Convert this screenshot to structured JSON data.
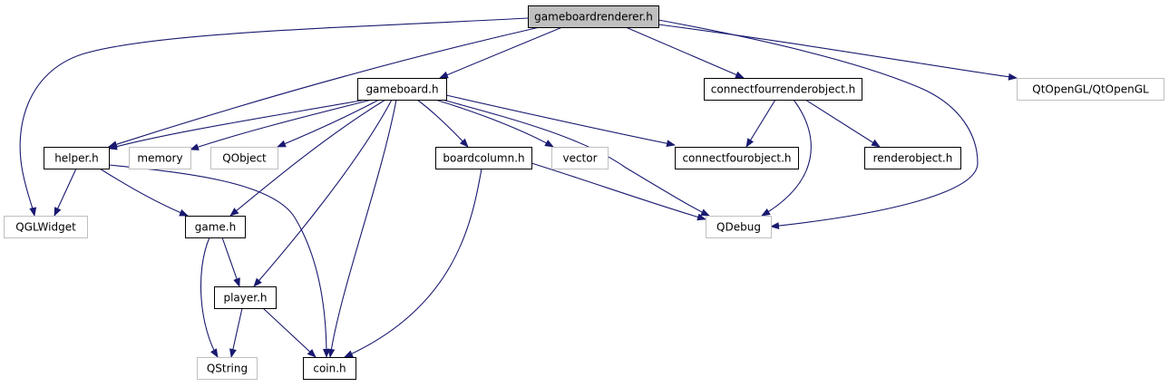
{
  "diagram": {
    "type": "include-dependency-graph",
    "colors": {
      "edge": "#191970",
      "node_border_local": "#000000",
      "node_border_external": "#bfbfbf",
      "root_fill": "#bfbfbf",
      "node_fill": "#ffffff",
      "text": "#000000"
    },
    "nodes": [
      {
        "id": "gameboardrenderer",
        "label": "gameboardrenderer.h",
        "kind": "root"
      },
      {
        "id": "gameboard",
        "label": "gameboard.h",
        "kind": "local"
      },
      {
        "id": "connectfourrenderobject",
        "label": "connectfourrenderobject.h",
        "kind": "local"
      },
      {
        "id": "qtopengl",
        "label": "QtOpenGL/QtOpenGL",
        "kind": "external"
      },
      {
        "id": "helper",
        "label": "helper.h",
        "kind": "local"
      },
      {
        "id": "memory",
        "label": "memory",
        "kind": "external"
      },
      {
        "id": "qobject",
        "label": "QObject",
        "kind": "external"
      },
      {
        "id": "boardcolumn",
        "label": "boardcolumn.h",
        "kind": "local"
      },
      {
        "id": "vector",
        "label": "vector",
        "kind": "external"
      },
      {
        "id": "connectfourobject",
        "label": "connectfourobject.h",
        "kind": "local"
      },
      {
        "id": "renderobject",
        "label": "renderobject.h",
        "kind": "local"
      },
      {
        "id": "qglwidget",
        "label": "QGLWidget",
        "kind": "external"
      },
      {
        "id": "game",
        "label": "game.h",
        "kind": "local"
      },
      {
        "id": "qdebug",
        "label": "QDebug",
        "kind": "external"
      },
      {
        "id": "player",
        "label": "player.h",
        "kind": "local"
      },
      {
        "id": "qstring",
        "label": "QString",
        "kind": "external"
      },
      {
        "id": "coin",
        "label": "coin.h",
        "kind": "local"
      }
    ],
    "edges": [
      {
        "from": "gameboardrenderer",
        "to": "gameboard"
      },
      {
        "from": "gameboardrenderer",
        "to": "connectfourrenderobject"
      },
      {
        "from": "gameboardrenderer",
        "to": "qtopengl"
      },
      {
        "from": "gameboardrenderer",
        "to": "helper"
      },
      {
        "from": "gameboardrenderer",
        "to": "qglwidget"
      },
      {
        "from": "gameboardrenderer",
        "to": "qdebug"
      },
      {
        "from": "gameboard",
        "to": "helper"
      },
      {
        "from": "gameboard",
        "to": "memory"
      },
      {
        "from": "gameboard",
        "to": "qobject"
      },
      {
        "from": "gameboard",
        "to": "boardcolumn"
      },
      {
        "from": "gameboard",
        "to": "vector"
      },
      {
        "from": "gameboard",
        "to": "connectfourobject"
      },
      {
        "from": "gameboard",
        "to": "qdebug"
      },
      {
        "from": "gameboard",
        "to": "game"
      },
      {
        "from": "gameboard",
        "to": "player"
      },
      {
        "from": "gameboard",
        "to": "coin"
      },
      {
        "from": "connectfourrenderobject",
        "to": "connectfourobject"
      },
      {
        "from": "connectfourrenderobject",
        "to": "renderobject"
      },
      {
        "from": "connectfourrenderobject",
        "to": "qdebug"
      },
      {
        "from": "helper",
        "to": "qglwidget"
      },
      {
        "from": "helper",
        "to": "game"
      },
      {
        "from": "helper",
        "to": "coin"
      },
      {
        "from": "boardcolumn",
        "to": "qdebug"
      },
      {
        "from": "boardcolumn",
        "to": "coin"
      },
      {
        "from": "game",
        "to": "player"
      },
      {
        "from": "game",
        "to": "qstring"
      },
      {
        "from": "player",
        "to": "qstring"
      },
      {
        "from": "player",
        "to": "coin"
      }
    ]
  }
}
